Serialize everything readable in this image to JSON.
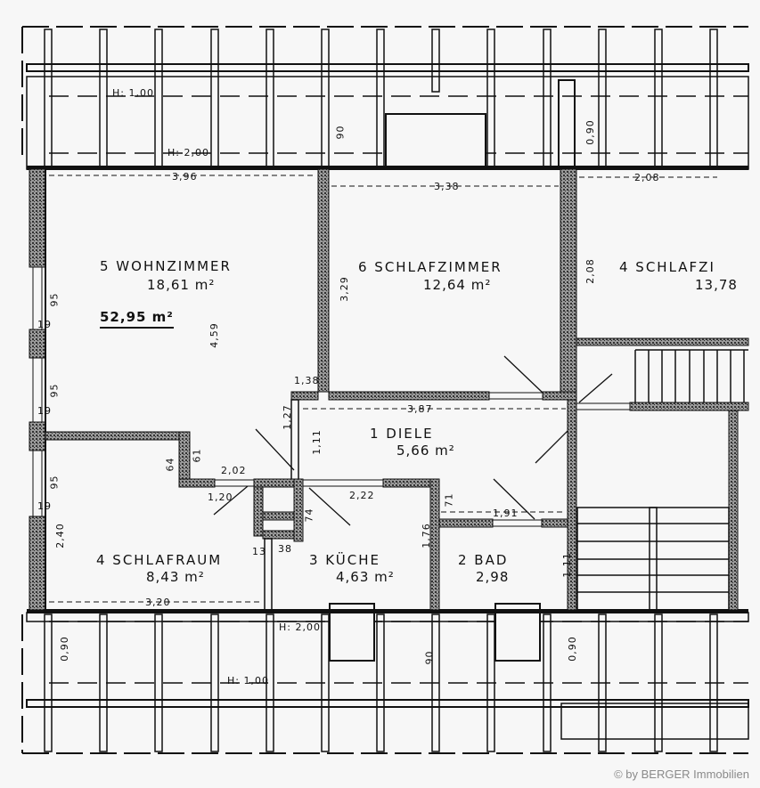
{
  "plan": {
    "background": "#f7f7f7",
    "ink": "#111111",
    "wall_fill": "#555555"
  },
  "total_area": "52,95 m²",
  "rooms": [
    {
      "id": "wohnzimmer",
      "number": "5",
      "name": "WOHNZIMMER",
      "label": "5 WOHNZIMMER",
      "area": "18,61 m²"
    },
    {
      "id": "schlafzimmer",
      "number": "6",
      "name": "SCHLAFZIMMER",
      "label": "6 SCHLAFZIMMER",
      "area": "12,64 m²"
    },
    {
      "id": "schlafzimmer-4",
      "number": "4",
      "name": "SCHLAFZI",
      "label": "4 SCHLAFZI",
      "area": "13,78"
    },
    {
      "id": "diele",
      "number": "1",
      "name": "DIELE",
      "label": "1 DIELE",
      "area": "5,66 m²"
    },
    {
      "id": "schlafraum",
      "number": "4",
      "name": "SCHLAFRAUM",
      "label": "4 SCHLAFRAUM",
      "area": "8,43 m²"
    },
    {
      "id": "kueche",
      "number": "3",
      "name": "KÜCHE",
      "label": "3 KÜCHE",
      "area": "4,63 m²"
    },
    {
      "id": "bad",
      "number": "2",
      "name": "BAD",
      "label": "2 BAD",
      "area": "2,98"
    }
  ],
  "dimensions": {
    "wohnzimmer_width": "3,96",
    "schlafzimmer_width": "3,38",
    "schlafzimmer4_width": "2,08",
    "wohnzimmer_depth": "4,59",
    "schlafzimmer_depth": "3,29",
    "schlafzimmer4_depth": "2,08",
    "diele_width": "3,87",
    "kueche_width": "2,22",
    "schlafraum_notch": "2,02",
    "schlafraum_width": "3,20",
    "schlafraum_depth": "2,40",
    "bad_width": "1,91",
    "door_schlafraum": "1,20",
    "wall_138": "1,38",
    "wall_38": "38",
    "diele_left": "1,11",
    "diele_door": "1,27",
    "kueche_depth": "1,76",
    "bad_depth": "1,11",
    "notch_61": "61",
    "notch_64": "64",
    "kueche_74": "74",
    "diele_71": "71",
    "kueche_13": "13",
    "window_95_a": "95",
    "window_95_b": "95",
    "window_95_c": "95",
    "pier_19_a": "19",
    "pier_19_b": "19",
    "pier_19_c": "19",
    "balcony_top_depth": "90",
    "balcony_top_depth_right": "0,90",
    "balcony_bottom_depth_left": "0,90",
    "balcony_bottom_depth_mid": "90",
    "balcony_bottom_depth_right": "0,90"
  },
  "balconies": {
    "top": {
      "rail_height": "H: 1,00",
      "beam_height": "H: 2,00"
    },
    "bottom": {
      "rail_height": "H: 1,00",
      "beam_height": "H: 2,00"
    }
  },
  "copyright": "© by BERGER Immobilien"
}
